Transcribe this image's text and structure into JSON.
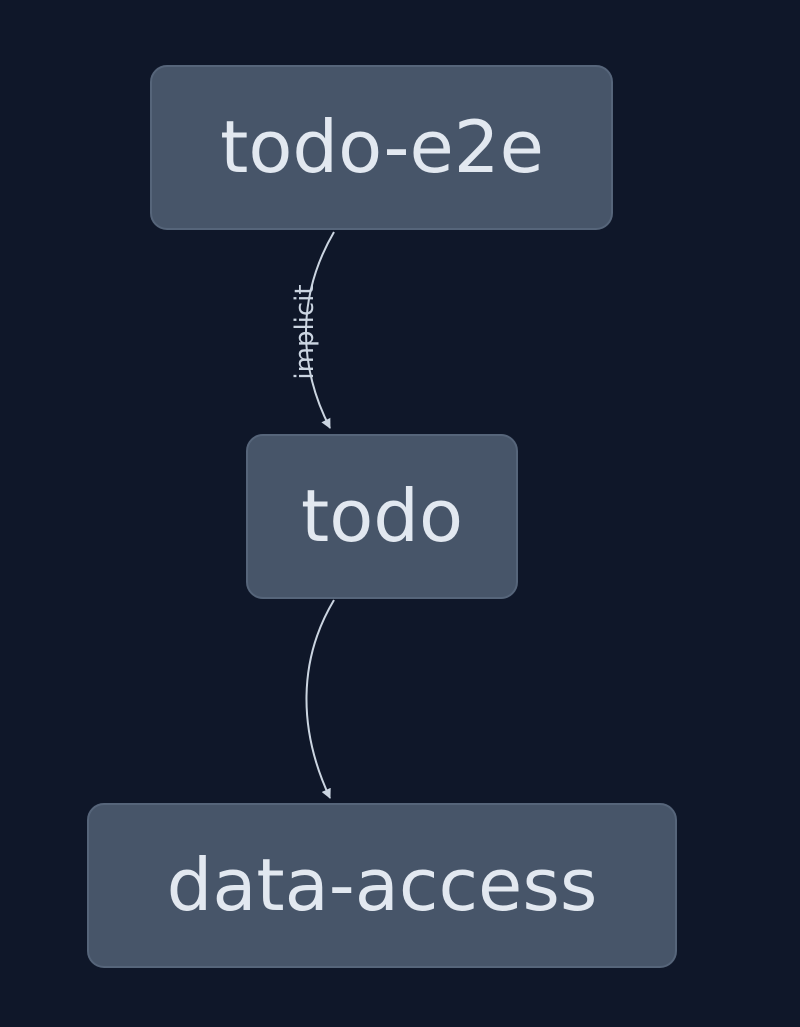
{
  "nodes": {
    "todo_e2e": "todo-e2e",
    "todo": "todo",
    "data_access": "data-access"
  },
  "edges": {
    "todo_e2e_to_todo": "implicit",
    "todo_to_data_access": ""
  },
  "colors": {
    "background": "#0f1729",
    "node_fill": "#475569",
    "node_text": "#e2e8f0",
    "edge": "#cbd5e1"
  }
}
